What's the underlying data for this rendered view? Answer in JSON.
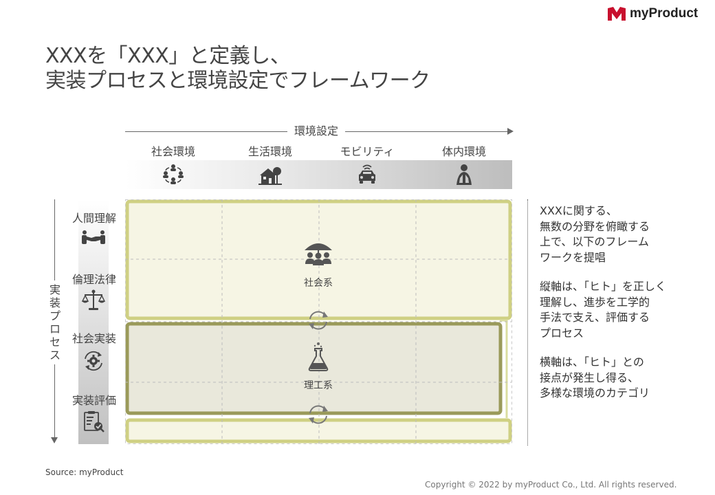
{
  "brand": {
    "name": "myProduct",
    "accent": "#c8102e"
  },
  "title": {
    "line1": "XXXを「XXX」と定義し、",
    "line2": "実装プロセスと環境設定でフレームワーク"
  },
  "horizontal_axis": {
    "label": "環境設定"
  },
  "columns": [
    {
      "label": "社会環境",
      "icon": "social-network-icon"
    },
    {
      "label": "生活環境",
      "icon": "house-icon"
    },
    {
      "label": "モビリティ",
      "icon": "car-icon"
    },
    {
      "label": "体内環境",
      "icon": "body-lungs-icon"
    }
  ],
  "vertical_axis": {
    "label": "実装プロセス"
  },
  "rows": [
    {
      "label": "人間理解",
      "icon": "handshake-icon"
    },
    {
      "label": "倫理法律",
      "icon": "scales-icon"
    },
    {
      "label": "社会実装",
      "icon": "gear-cycle-icon"
    },
    {
      "label": "実装評価",
      "icon": "clipboard-check-icon"
    }
  ],
  "regions": {
    "social": {
      "label": "社会系",
      "icon": "umbrella-people-icon",
      "fill": "#f6f5e4",
      "stroke": "#cfd083"
    },
    "science": {
      "label": "理工系",
      "icon": "flask-icon",
      "fill": "#e9e8db",
      "stroke": "#9a9a5a"
    }
  },
  "cycle_icons": [
    "cycle-arrows-icon",
    "cycle-arrows-icon"
  ],
  "notes": [
    "XXXに関する、\n無数の分野を俯瞰する\n上で、以下のフレーム\nワークを提唱",
    "縦軸は、「ヒト」を正しく\n理解し、進歩を工学的\n手法で支え、評価する\nプロセス",
    "横軸は、「ヒト」との\n接点が発生し得る、\n多様な環境のカテゴリ"
  ],
  "source": "Source: myProduct",
  "copyright": "Copyright © 2022 by myProduct Co., Ltd.  All rights reserved."
}
